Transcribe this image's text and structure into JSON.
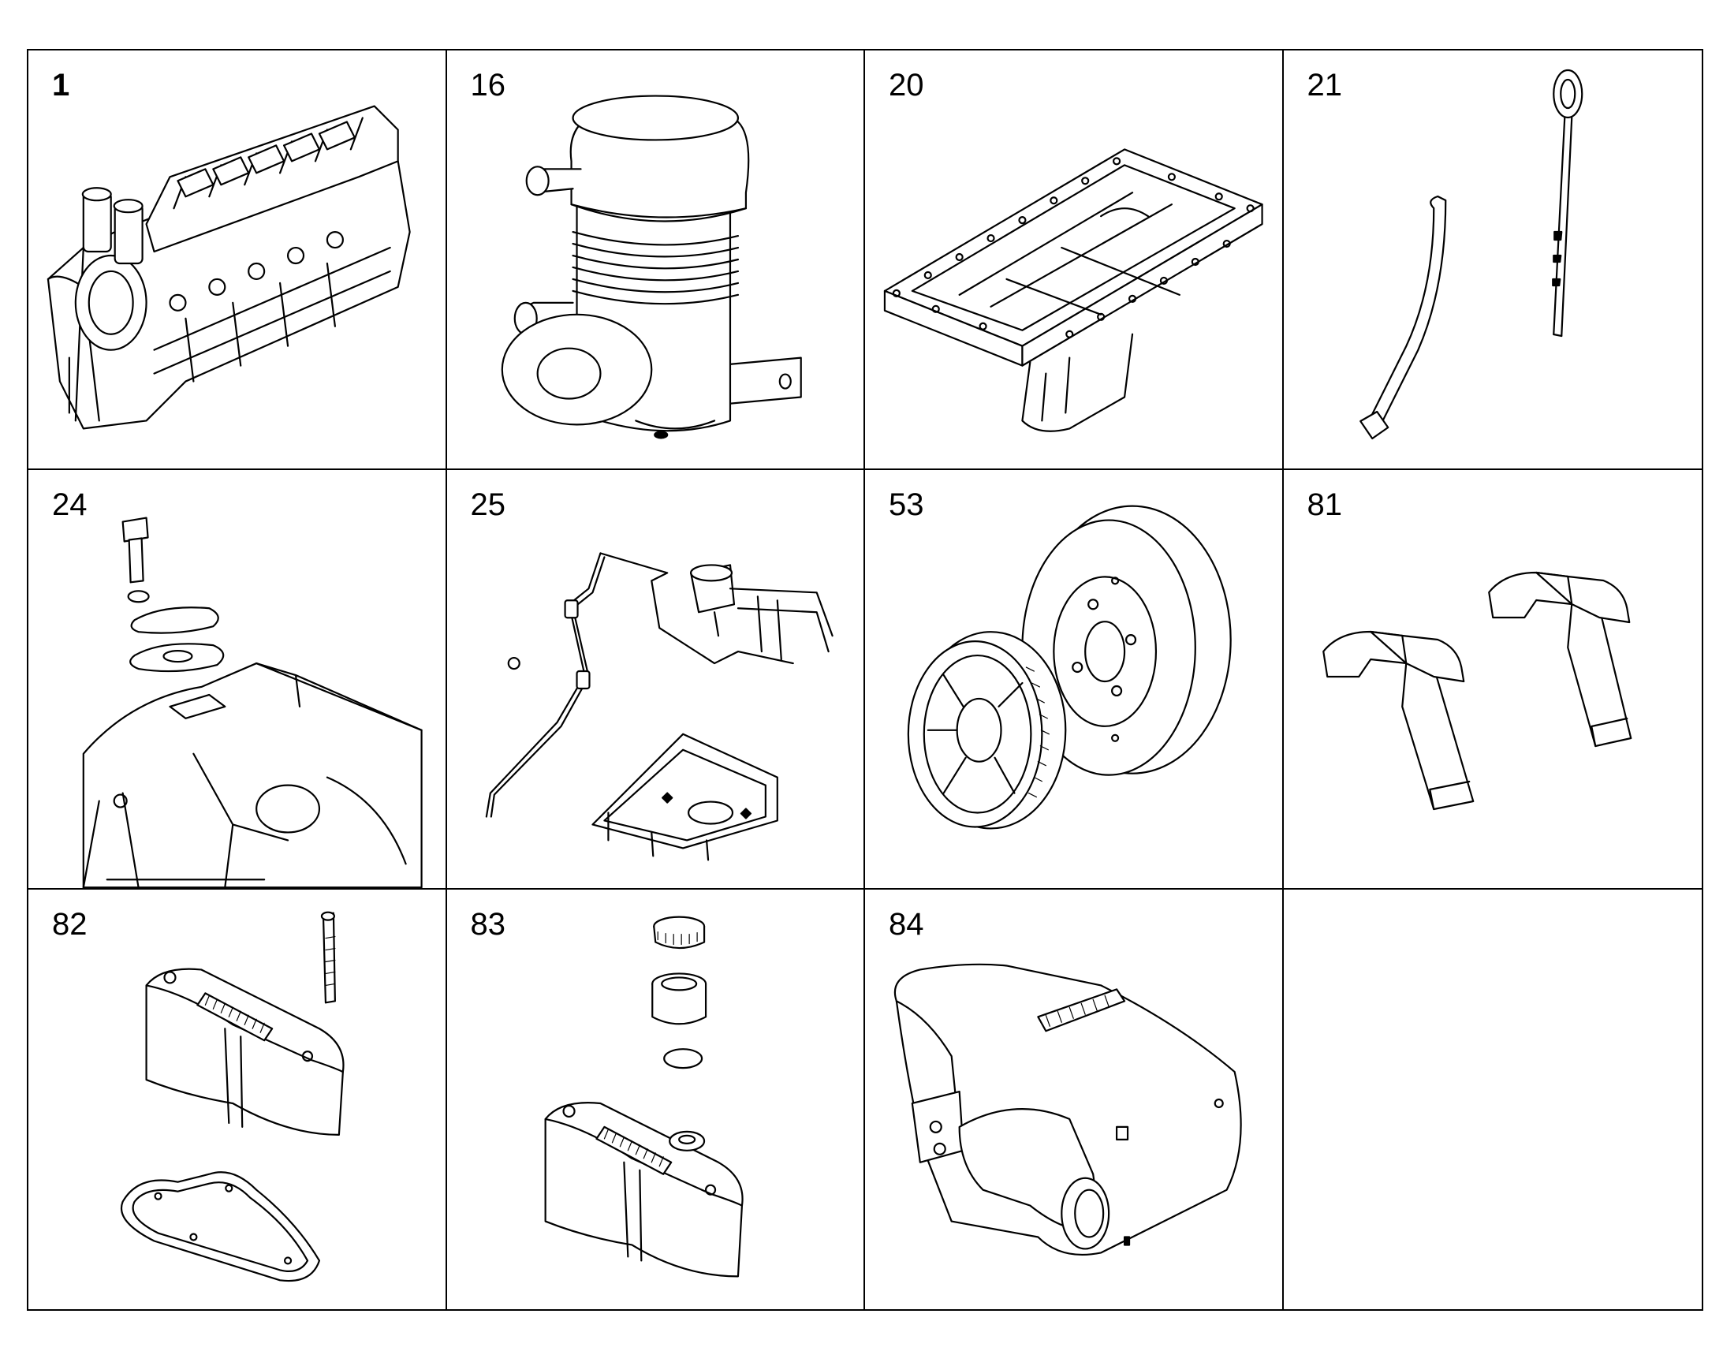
{
  "parts": [
    {
      "num": "1",
      "icon": "engine-block-icon"
    },
    {
      "num": "16",
      "icon": "oil-filter-housing-icon"
    },
    {
      "num": "20",
      "icon": "oil-pan-icon"
    },
    {
      "num": "21",
      "icon": "dipstick-icon"
    },
    {
      "num": "24",
      "icon": "cover-plate-gasket-icon"
    },
    {
      "num": "25",
      "icon": "pipe-assembly-icon"
    },
    {
      "num": "53",
      "icon": "pulley-damper-icon"
    },
    {
      "num": "81",
      "icon": "bracket-pair-icon"
    },
    {
      "num": "82",
      "icon": "valve-cover-gasket-icon"
    },
    {
      "num": "83",
      "icon": "valve-cover-cap-icon"
    },
    {
      "num": "84",
      "icon": "intake-manifold-icon"
    },
    {
      "num": "",
      "icon": ""
    }
  ]
}
